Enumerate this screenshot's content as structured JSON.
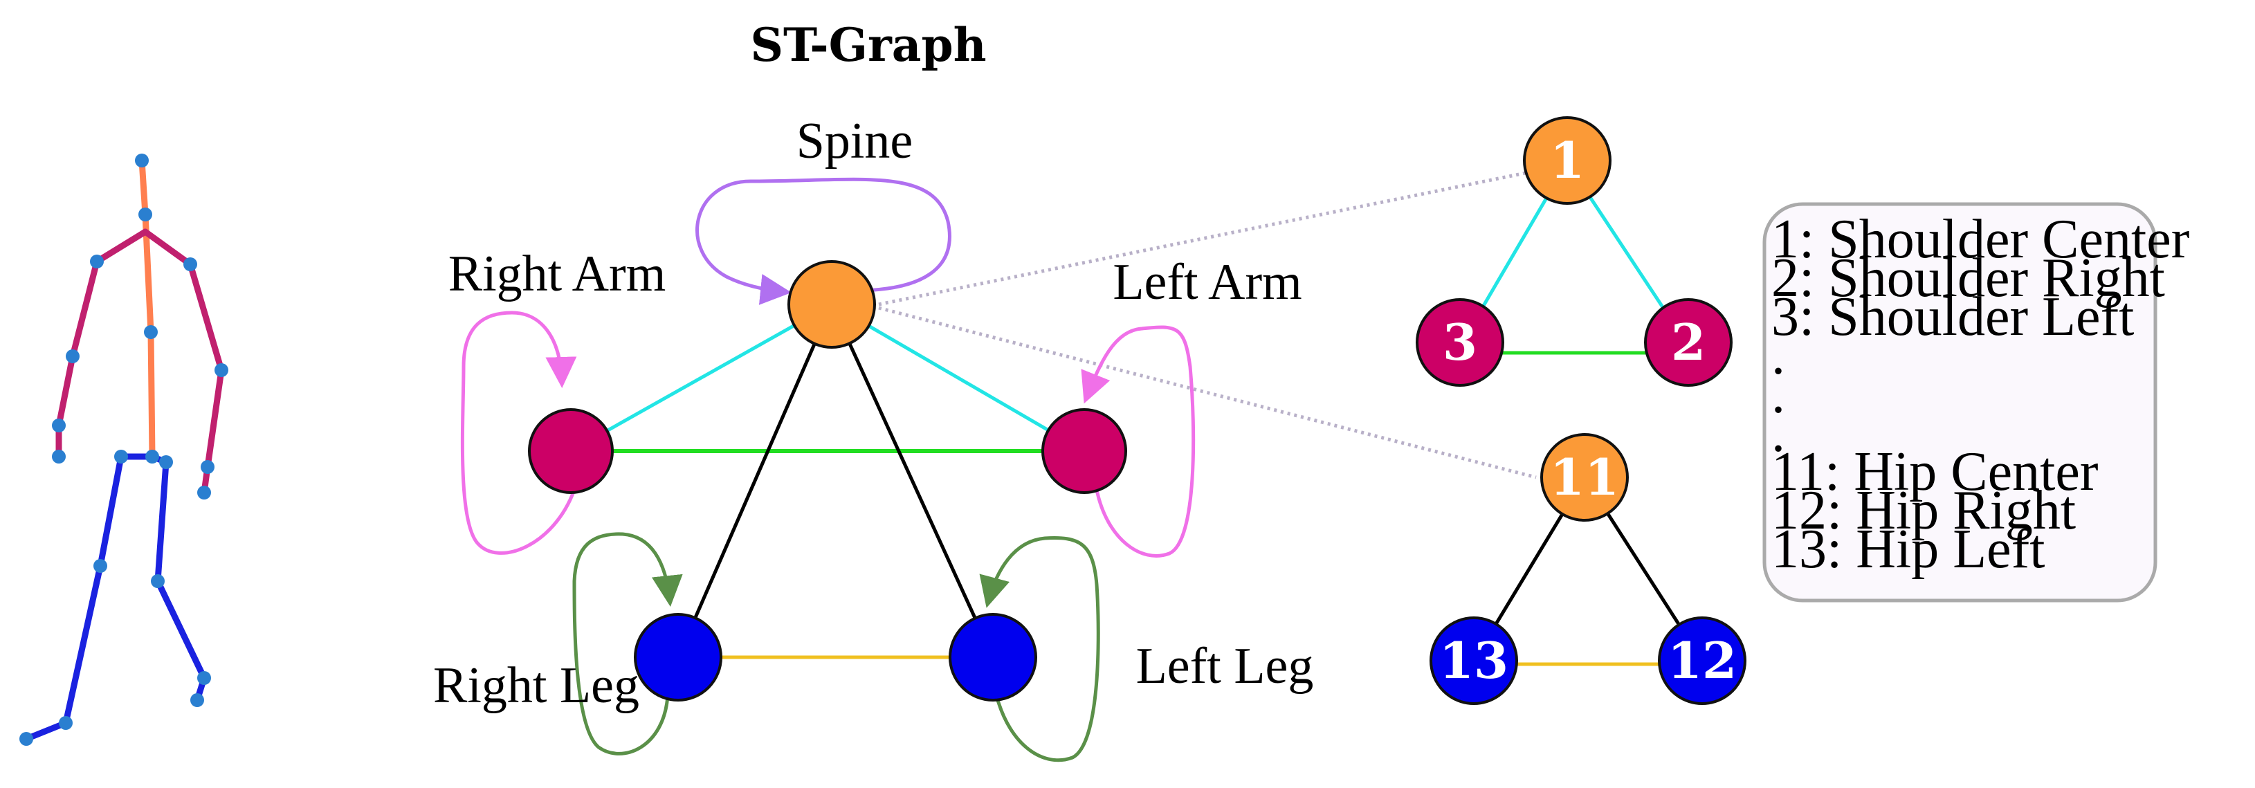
{
  "title": "ST-Graph",
  "labels": {
    "spine": "Spine",
    "right_arm": "Right Arm",
    "left_arm": "Left Arm",
    "right_leg": "Right Leg",
    "left_leg": "Left Leg"
  },
  "zoom_nodes": {
    "top": [
      "1",
      "3",
      "2"
    ],
    "bottom": [
      "11",
      "13",
      "12"
    ]
  },
  "legend": [
    "1: Shoulder Center",
    "2: Shoulder Right",
    "3: Shoulder Left",
    ".",
    ".",
    ".",
    "11: Hip Center",
    "12: Hip Right",
    "13: Hip Left"
  ],
  "colors": {
    "spine": "#fb9a37",
    "arm": "#cc0066",
    "leg": "#0000ee",
    "spine_arm_edge": "#22e5e5",
    "arm_arm_edge": "#22dd22",
    "leg_leg_edge": "#f0c020",
    "spine_leg_edge": "#000000",
    "spine_loop": "#b070f0",
    "arm_loop": "#f070e8",
    "leg_loop": "#5a9048",
    "zoom_link": "#b8b0c8",
    "legend_bg": "#fbf8fd",
    "legend_border": "#aaaaaa",
    "skeleton_spine": "#ff7f4f",
    "skeleton_arm": "#c0206e",
    "skeleton_leg": "#1a22e0",
    "skeleton_joint": "#2a7fd0"
  }
}
